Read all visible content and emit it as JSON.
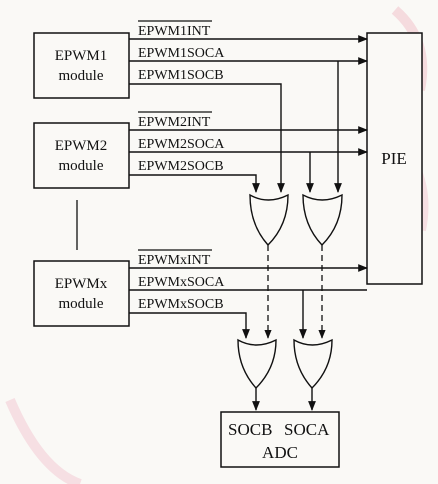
{
  "modules": [
    {
      "line1": "EPWM1",
      "line2": "module"
    },
    {
      "line1": "EPWM2",
      "line2": "module"
    },
    {
      "line1": "EPWMx",
      "line2": "module"
    }
  ],
  "signals": {
    "m1": {
      "int": "EPWM1INT",
      "soca": "EPWM1SOCA",
      "socb": "EPWM1SOCB"
    },
    "m2": {
      "int": "EPWM2INT",
      "soca": "EPWM2SOCA",
      "socb": "EPWM2SOCB"
    },
    "mx": {
      "int": "EPWMxINT",
      "soca": "EPWMxSOCA",
      "socb": "EPWMxSOCB"
    }
  },
  "pie_label": "PIE",
  "adc": {
    "socb": "SOCB",
    "soca": "SOCA",
    "name": "ADC"
  },
  "colors": {
    "line": "#111111",
    "background": "#faf9f6",
    "watermark": "#e23a5a"
  }
}
